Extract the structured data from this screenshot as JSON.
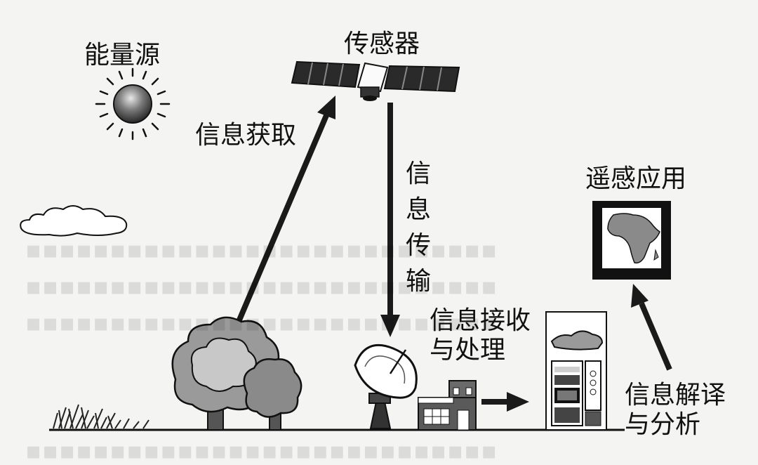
{
  "labels": {
    "energy_source": "能量源",
    "sensor": "传感器",
    "info_acquisition": "信息获取",
    "info_transmission": "信息传输",
    "info_receive_line1": "信息接收",
    "info_receive_line2": "与处理",
    "rs_application": "遥感应用",
    "info_interpret_line1": "信息解译",
    "info_interpret_line2": "与分析"
  },
  "colors": {
    "background": "#f4f4f2",
    "ink": "#111111",
    "arrow": "#1a1a1a"
  },
  "icons": {
    "energy_source": "sun-icon",
    "sensor": "satellite-icon",
    "cloud": "cloud-icon",
    "trees": "trees-icon",
    "antenna": "satellite-dish-icon",
    "building": "ground-station-building-icon",
    "workstation": "computer-workstation-icon",
    "display": "africa-map-display-icon"
  }
}
